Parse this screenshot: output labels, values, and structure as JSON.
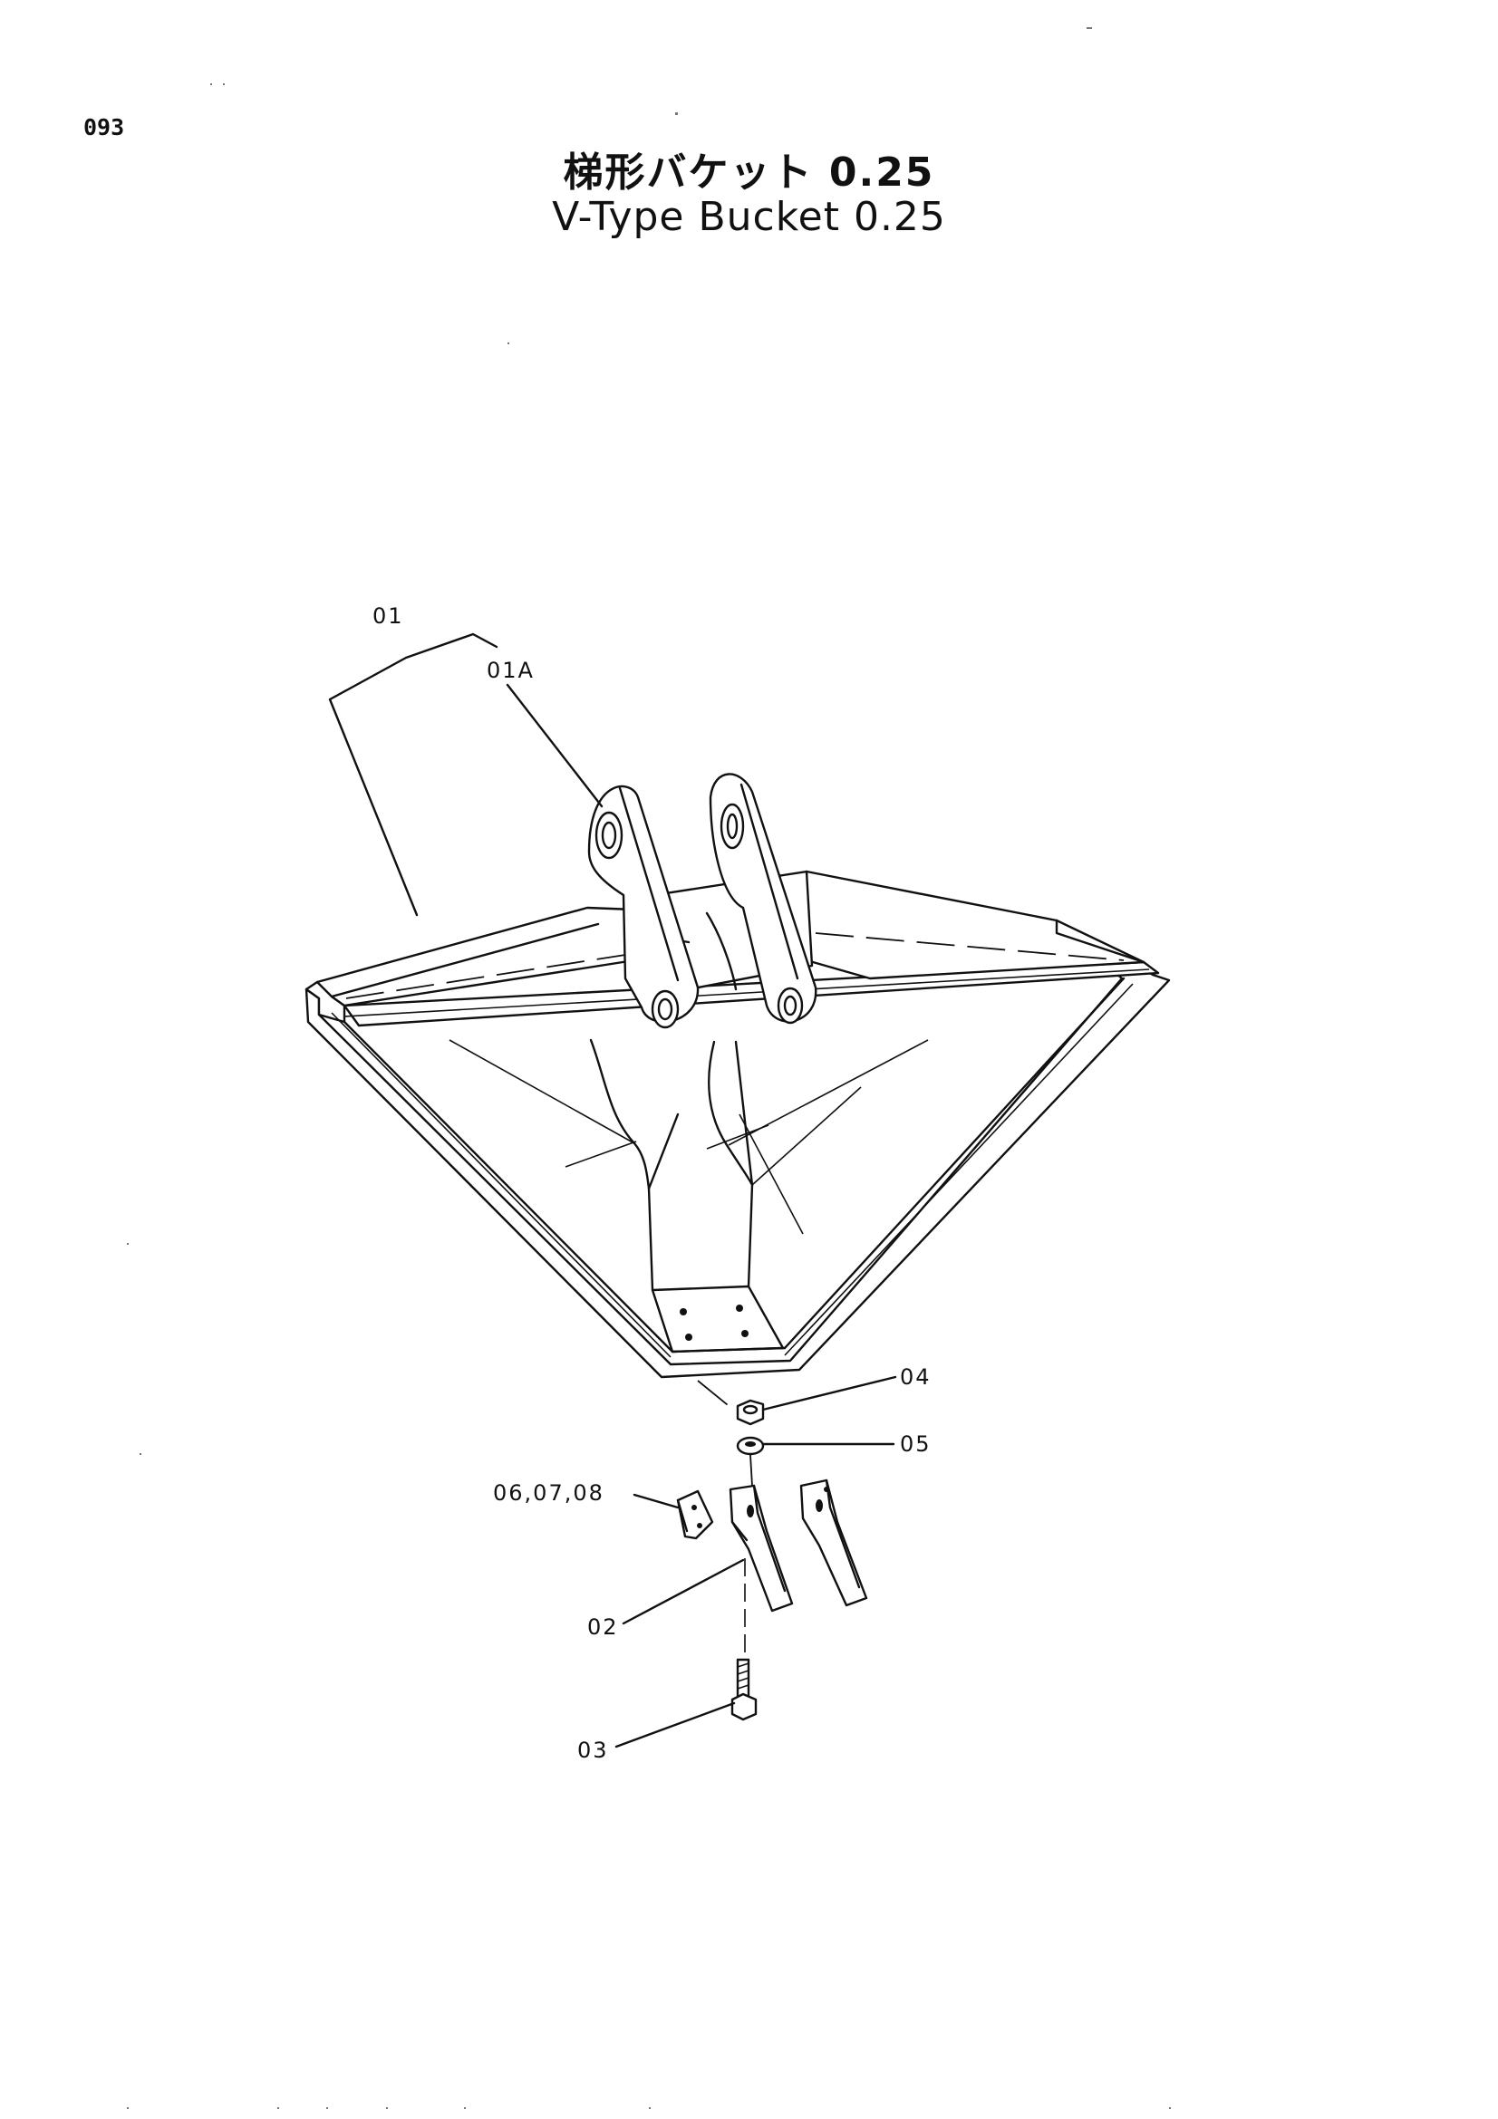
{
  "page_number": "093",
  "title_jp": "梯形バケット 0.25",
  "title_en": "V-Type Bucket 0.25",
  "callouts": {
    "c01": "01",
    "c01a": "01A",
    "c02": "02",
    "c03": "03",
    "c04": "04",
    "c05": "05",
    "c060708": "06,07,08"
  },
  "colors": {
    "line": "#111111",
    "background": "#ffffff"
  }
}
